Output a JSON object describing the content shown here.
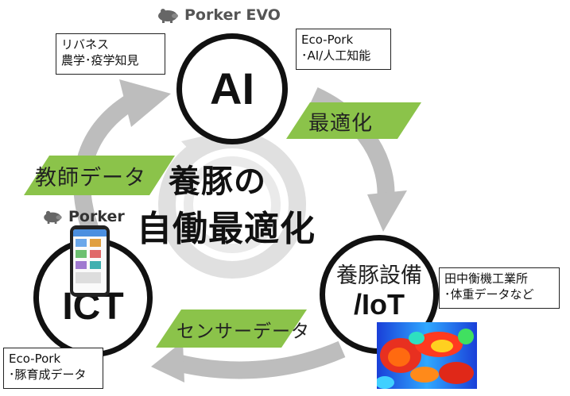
{
  "header": {
    "brand_evo": "Porker EVO",
    "brand_porker": "Porker"
  },
  "center": {
    "line1": "養豚の",
    "line2": "自働最適化"
  },
  "nodes": {
    "ai": {
      "label": "AI"
    },
    "ict": {
      "label": "ICT"
    },
    "iot": {
      "line1": "養豚設備",
      "line2": "/IoT"
    }
  },
  "arrows": {
    "optimize": "最適化",
    "teacher": "教師データ",
    "sensor": "センサーデータ"
  },
  "boxes": {
    "rivaness": {
      "line1": "リバネス",
      "line2": "農学･疫学知見"
    },
    "ecopork_ai": {
      "line1": "Eco-Pork",
      "line2": "･AI/人工知能"
    },
    "tanaka": {
      "line1": "田中衡機工業所",
      "line2": "･体重データなど"
    },
    "ecopork_data": {
      "line1": "Eco-Pork",
      "line2": "･豚育成データ"
    }
  },
  "colors": {
    "green": "#8bc34a",
    "gray_arrow": "#bdbdbd",
    "ring": "#dcdcdc"
  },
  "icons": {
    "pig": "pig-logo-icon",
    "phone": "smartphone-app-icon",
    "heatmap": "thermal-heatmap-image"
  }
}
